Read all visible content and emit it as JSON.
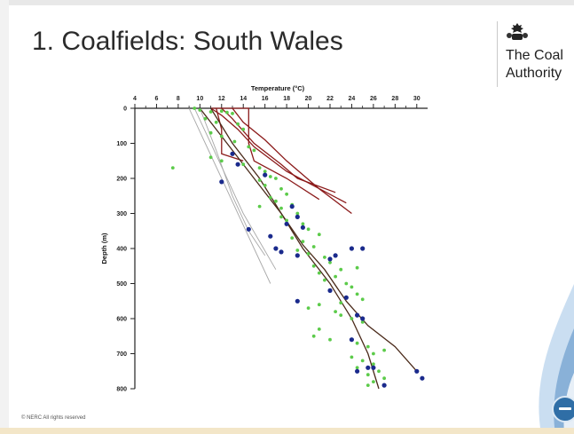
{
  "slide": {
    "title": "1. Coalfields: South Wales",
    "logo_text_line1": "The Coal",
    "logo_text_line2": "Authority",
    "copyright": "© NERC All rights reserved"
  },
  "icons": {
    "crest": "royal-crest-icon",
    "badge": "bgs-badge-icon"
  },
  "colors": {
    "green_points": "#5ccb4a",
    "blue_points": "#1a2a8c",
    "profile_brown": "#8b1a1a",
    "profile_dark": "#4a2a1a",
    "profile_grey": "#a8a8a8",
    "swoosh": "#9ec3e6"
  },
  "chart_data": {
    "type": "scatter",
    "xlabel": "Temperature (°C)",
    "ylabel": "Depth (m)",
    "xlim": [
      4,
      31
    ],
    "ylim": [
      800,
      0
    ],
    "x_ticks": [
      4,
      6,
      8,
      10,
      12,
      14,
      16,
      18,
      20,
      22,
      24,
      26,
      28,
      30
    ],
    "y_ticks": [
      0,
      100,
      200,
      300,
      400,
      500,
      600,
      700,
      800
    ],
    "x_axis_position": "top",
    "grid": false,
    "legend": "none",
    "series": [
      {
        "kind": "points",
        "color": "#5ccb4a",
        "points": [
          [
            9.5,
            0
          ],
          [
            10,
            5
          ],
          [
            11,
            10
          ],
          [
            12,
            8
          ],
          [
            12.5,
            12
          ],
          [
            13,
            15
          ],
          [
            10.5,
            30
          ],
          [
            11.5,
            40
          ],
          [
            13.5,
            45
          ],
          [
            14,
            60
          ],
          [
            11,
            70
          ],
          [
            12,
            80
          ],
          [
            13.2,
            95
          ],
          [
            14.5,
            110
          ],
          [
            15,
            120
          ],
          [
            13,
            130
          ],
          [
            11,
            140
          ],
          [
            12,
            150
          ],
          [
            14,
            160
          ],
          [
            15.5,
            170
          ],
          [
            16,
            180
          ],
          [
            16.5,
            195
          ],
          [
            17,
            200
          ],
          [
            15.5,
            205
          ],
          [
            16,
            220
          ],
          [
            17.5,
            230
          ],
          [
            18,
            245
          ],
          [
            16.5,
            255
          ],
          [
            17,
            265
          ],
          [
            18.5,
            275
          ],
          [
            15.5,
            280
          ],
          [
            17.5,
            285
          ],
          [
            19,
            300
          ],
          [
            17.5,
            310
          ],
          [
            18,
            320
          ],
          [
            19.5,
            330
          ],
          [
            20,
            345
          ],
          [
            21,
            360
          ],
          [
            18.5,
            370
          ],
          [
            19.5,
            380
          ],
          [
            20.5,
            395
          ],
          [
            19,
            405
          ],
          [
            20,
            415
          ],
          [
            21.5,
            425
          ],
          [
            22,
            440
          ],
          [
            20.5,
            450
          ],
          [
            24.5,
            455
          ],
          [
            23,
            460
          ],
          [
            21,
            470
          ],
          [
            22.5,
            480
          ],
          [
            21.5,
            490
          ],
          [
            23.5,
            500
          ],
          [
            24,
            510
          ],
          [
            22,
            520
          ],
          [
            24.5,
            530
          ],
          [
            25,
            545
          ],
          [
            23,
            555
          ],
          [
            21,
            560
          ],
          [
            20,
            570
          ],
          [
            22.5,
            580
          ],
          [
            23,
            590
          ],
          [
            24,
            600
          ],
          [
            25,
            610
          ],
          [
            21,
            630
          ],
          [
            20.5,
            650
          ],
          [
            22,
            660
          ],
          [
            24.5,
            670
          ],
          [
            25.5,
            680
          ],
          [
            27,
            690
          ],
          [
            26,
            700
          ],
          [
            24,
            710
          ],
          [
            25,
            720
          ],
          [
            26,
            730
          ],
          [
            24.5,
            740
          ],
          [
            26.5,
            750
          ],
          [
            25.5,
            760
          ],
          [
            27,
            770
          ],
          [
            26,
            780
          ],
          [
            25.5,
            790
          ],
          [
            7.5,
            170
          ]
        ]
      },
      {
        "kind": "points",
        "color": "#1a2a8c",
        "points": [
          [
            13,
            130
          ],
          [
            13.5,
            160
          ],
          [
            12,
            210
          ],
          [
            16,
            190
          ],
          [
            18.5,
            280
          ],
          [
            19,
            310
          ],
          [
            18,
            330
          ],
          [
            17,
            400
          ],
          [
            17.5,
            410
          ],
          [
            19,
            420
          ],
          [
            14.5,
            345
          ],
          [
            16.5,
            365
          ],
          [
            19.5,
            340
          ],
          [
            22.5,
            420
          ],
          [
            22,
            430
          ],
          [
            24,
            400
          ],
          [
            25,
            400
          ],
          [
            22,
            520
          ],
          [
            23.5,
            540
          ],
          [
            24.5,
            590
          ],
          [
            25,
            600
          ],
          [
            24,
            660
          ],
          [
            25.5,
            740
          ],
          [
            24.5,
            750
          ],
          [
            26,
            740
          ],
          [
            27,
            790
          ],
          [
            30,
            750
          ],
          [
            30.5,
            770
          ],
          [
            19,
            550
          ]
        ]
      },
      {
        "kind": "line",
        "color": "#8b1a1a",
        "points": [
          [
            11,
            0
          ],
          [
            14.5,
            0
          ],
          [
            14.5,
            100
          ],
          [
            15,
            150
          ],
          [
            18,
            200
          ],
          [
            21,
            260
          ]
        ]
      },
      {
        "kind": "line",
        "color": "#8b1a1a",
        "points": [
          [
            12,
            0
          ],
          [
            13,
            30
          ],
          [
            15,
            100
          ],
          [
            17.5,
            160
          ],
          [
            19,
            200
          ],
          [
            22.5,
            240
          ]
        ]
      },
      {
        "kind": "line",
        "color": "#8b1a1a",
        "points": [
          [
            13,
            0
          ],
          [
            14,
            40
          ],
          [
            16,
            90
          ],
          [
            18,
            150
          ],
          [
            21,
            230
          ],
          [
            24,
            300
          ]
        ]
      },
      {
        "kind": "line",
        "color": "#8b1a1a",
        "points": [
          [
            11,
            0
          ],
          [
            12,
            20
          ],
          [
            13.5,
            60
          ],
          [
            15,
            110
          ],
          [
            18,
            180
          ],
          [
            23.5,
            270
          ]
        ]
      },
      {
        "kind": "line",
        "color": "#8b1a1a",
        "points": [
          [
            11.5,
            0
          ],
          [
            12,
            60
          ],
          [
            12,
            130
          ],
          [
            14,
            150
          ]
        ]
      },
      {
        "kind": "line",
        "color": "#4a2a1a",
        "points": [
          [
            10,
            0
          ],
          [
            12.5,
            100
          ],
          [
            15,
            200
          ],
          [
            17.5,
            300
          ],
          [
            19.5,
            400
          ],
          [
            22,
            500
          ],
          [
            24,
            600
          ],
          [
            25.5,
            700
          ],
          [
            26.5,
            800
          ]
        ]
      },
      {
        "kind": "line",
        "color": "#4a2a1a",
        "points": [
          [
            11,
            0
          ],
          [
            13,
            100
          ],
          [
            15.5,
            200
          ],
          [
            17.5,
            300
          ],
          [
            19.5,
            390
          ],
          [
            21.5,
            460
          ],
          [
            23.5,
            550
          ],
          [
            25.5,
            620
          ],
          [
            28,
            680
          ],
          [
            30,
            750
          ]
        ]
      },
      {
        "kind": "line",
        "color": "#a8a8a8",
        "points": [
          [
            9,
            0
          ],
          [
            10.5,
            100
          ],
          [
            12,
            200
          ],
          [
            13.5,
            300
          ],
          [
            15,
            400
          ],
          [
            16.5,
            500
          ]
        ]
      },
      {
        "kind": "line",
        "color": "#a8a8a8",
        "points": [
          [
            9.5,
            0
          ],
          [
            11,
            100
          ],
          [
            12.5,
            200
          ],
          [
            14,
            300
          ],
          [
            15.5,
            380
          ],
          [
            17,
            460
          ]
        ]
      },
      {
        "kind": "line",
        "color": "#a8a8a8",
        "points": [
          [
            10,
            0
          ],
          [
            11.5,
            120
          ],
          [
            13,
            250
          ],
          [
            14.5,
            350
          ],
          [
            16,
            420
          ]
        ]
      }
    ]
  }
}
